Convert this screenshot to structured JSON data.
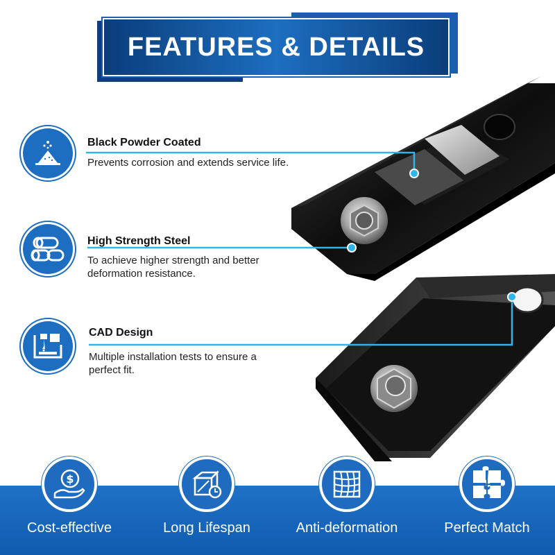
{
  "header": {
    "title": "FEATURES & DETAILS"
  },
  "features": [
    {
      "title": "Black Powder Coated",
      "description": "Prevents corrosion and extends service life.",
      "icon": "powder-coat-icon"
    },
    {
      "title": "High Strength Steel",
      "description": "To achieve higher strength and better deformation resistance.",
      "icon": "steel-pipes-icon"
    },
    {
      "title": "CAD Design",
      "description": "Multiple installation tests to ensure a perfect fit.",
      "icon": "cad-machine-icon"
    }
  ],
  "badges": [
    {
      "label": "Cost-effective",
      "icon": "dollar-hand-icon"
    },
    {
      "label": "Long Lifespan",
      "icon": "clock-box-icon"
    },
    {
      "label": "Anti-deformation",
      "icon": "grid-warp-icon"
    },
    {
      "label": "Perfect Match",
      "icon": "puzzle-icon"
    }
  ],
  "colors": {
    "accent": "#1d6ec0",
    "banner_dark": "#0b3d7a",
    "callout_line": "#2eb6e8",
    "metal": "#111111"
  }
}
